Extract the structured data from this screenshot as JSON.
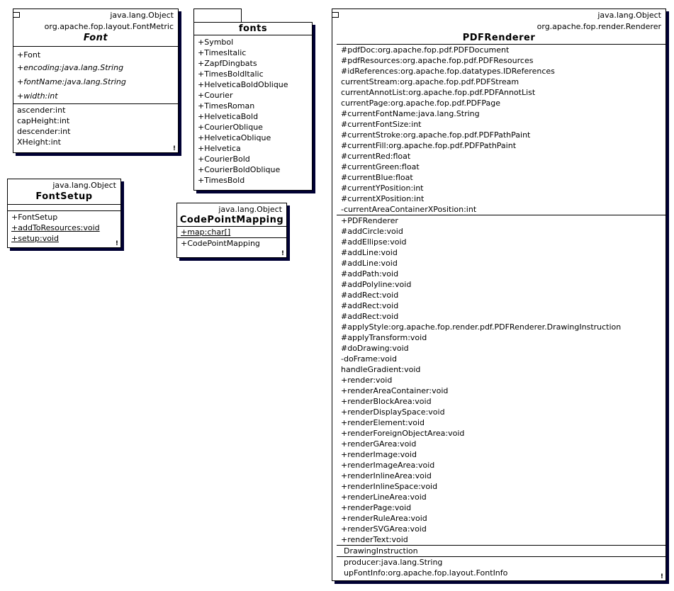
{
  "font_class": {
    "super": "java.lang.Object",
    "super2": "org.apache.fop.layout.FontMetric",
    "name": "Font",
    "constructors": [
      {
        "text": "+Font",
        "italic": false
      }
    ],
    "abstract_members": [
      {
        "text": "+encoding:java.lang.String",
        "italic": true
      },
      {
        "text": "+fontName:java.lang.String",
        "italic": true
      },
      {
        "text": "+width:int",
        "italic": true
      }
    ],
    "attributes": [
      "ascender:int",
      "capHeight:int",
      "descender:int",
      "XHeight:int"
    ]
  },
  "fontsetup_class": {
    "super": "java.lang.Object",
    "name": "FontSetup",
    "methods": [
      {
        "text": "+FontSetup",
        "underline": false
      },
      {
        "text": "+addToResources:void",
        "underline": true
      },
      {
        "text": "+setup:void",
        "underline": true
      }
    ]
  },
  "fonts_package": {
    "name": "fonts",
    "items": [
      "+Symbol",
      "+TimesItalic",
      "+ZapfDingbats",
      "+TimesBoldItalic",
      "+HelveticaBoldOblique",
      "+Courier",
      "+TimesRoman",
      "+HelveticaBold",
      "+CourierOblique",
      "+HelveticaOblique",
      "+Helvetica",
      "+CourierBold",
      "+CourierBoldOblique",
      "+TimesBold"
    ]
  },
  "codepoint_class": {
    "super": "java.lang.Object",
    "name": "CodePointMapping",
    "attributes": [
      {
        "text": "+map:char[]",
        "underline": true
      }
    ],
    "methods": [
      "+CodePointMapping"
    ]
  },
  "pdfrenderer_class": {
    "super": "java.lang.Object",
    "super2": "org.apache.fop.render.Renderer",
    "name": "PDFRenderer",
    "attributes": [
      "#pdfDoc:org.apache.fop.pdf.PDFDocument",
      "#pdfResources:org.apache.fop.pdf.PDFResources",
      "#idReferences:org.apache.fop.datatypes.IDReferences",
      "currentStream:org.apache.fop.pdf.PDFStream",
      "currentAnnotList:org.apache.fop.pdf.PDFAnnotList",
      "currentPage:org.apache.fop.pdf.PDFPage",
      "#currentFontName:java.lang.String",
      "#currentFontSize:int",
      "#currentStroke:org.apache.fop.pdf.PDFPathPaint",
      "#currentFill:org.apache.fop.pdf.PDFPathPaint",
      "#currentRed:float",
      "#currentGreen:float",
      "#currentBlue:float",
      "#currentYPosition:int",
      "#currentXPosition:int",
      "-currentAreaContainerXPosition:int"
    ],
    "methods": [
      "+PDFRenderer",
      "#addCircle:void",
      "#addEllipse:void",
      "#addLine:void",
      "#addLine:void",
      "#addPath:void",
      "#addPolyline:void",
      "#addRect:void",
      "#addRect:void",
      "#addRect:void",
      "#applyStyle:org.apache.fop.render.pdf.PDFRenderer.DrawingInstruction",
      "#applyTransform:void",
      "#doDrawing:void",
      "-doFrame:void",
      "handleGradient:void",
      "+render:void",
      "+renderAreaContainer:void",
      "+renderBlockArea:void",
      "+renderDisplaySpace:void",
      "+renderElement:void",
      "+renderForeignObjectArea:void",
      "+renderGArea:void",
      "+renderImage:void",
      "+renderImageArea:void",
      "+renderInlineArea:void",
      "+renderInlineSpace:void",
      "+renderLineArea:void",
      "+renderPage:void",
      "+renderRuleArea:void",
      "+renderSVGArea:void",
      "+renderText:void"
    ],
    "inner_class": "DrawingInstruction",
    "extra_attributes": [
      "producer:java.lang.String",
      "upFontInfo:org.apache.fop.layout.FontInfo"
    ]
  }
}
